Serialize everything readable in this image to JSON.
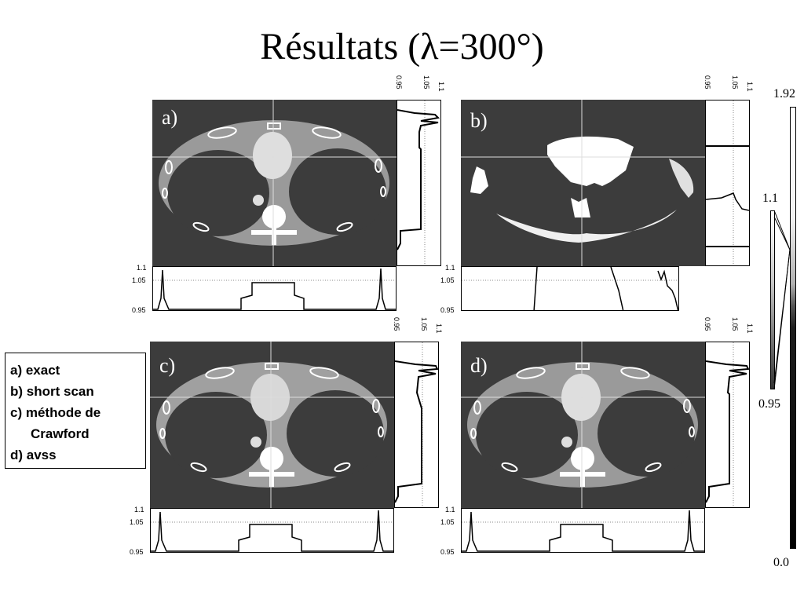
{
  "title": "Résultats (λ=300°)",
  "panels": [
    {
      "label": "a)"
    },
    {
      "label": "b)"
    },
    {
      "label": "c)"
    },
    {
      "label": "d)"
    }
  ],
  "profile_ticks": {
    "top": "1.1",
    "mid": "1.05",
    "bottom": "0.95"
  },
  "side_ticks": {
    "first": "0.95",
    "second": "1.05",
    "third": "1.1"
  },
  "legend": {
    "items": [
      "a) exact",
      "b) short scan",
      "c) méthode de",
      "Crawford",
      "d) avss"
    ]
  },
  "colorbar": {
    "max": "1.92",
    "upper_mid": "1.1",
    "lower_mid": "0.95",
    "min": "0.0"
  }
}
